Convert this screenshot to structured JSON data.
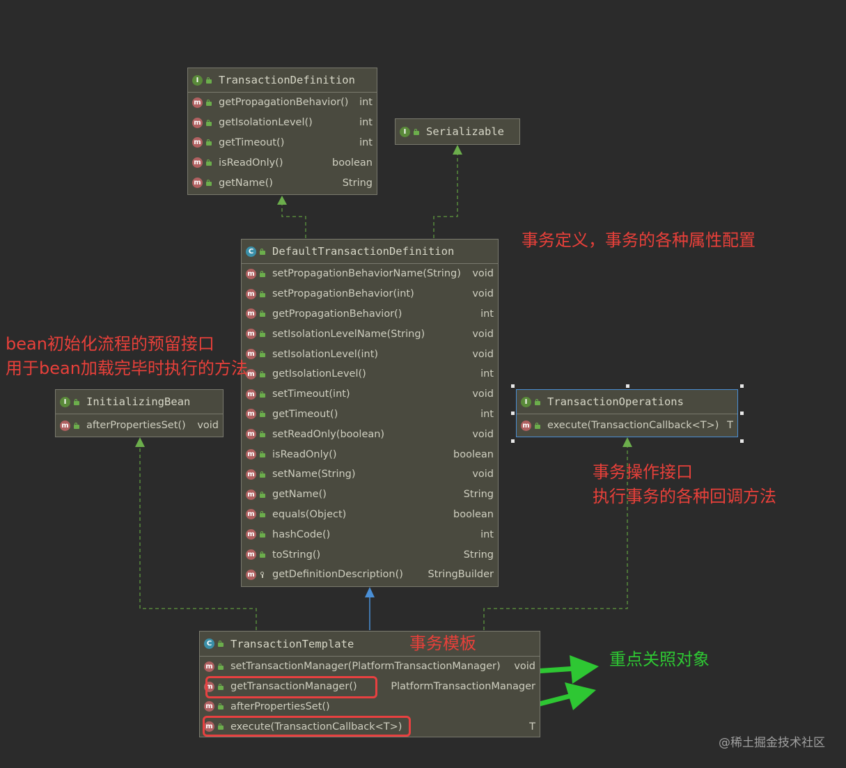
{
  "boxes": {
    "transaction_definition": {
      "title": "TransactionDefinition",
      "members": [
        {
          "name": "getPropagationBehavior()",
          "type": "int"
        },
        {
          "name": "getIsolationLevel()",
          "type": "int"
        },
        {
          "name": "getTimeout()",
          "type": "int"
        },
        {
          "name": "isReadOnly()",
          "type": "boolean"
        },
        {
          "name": "getName()",
          "type": "String"
        }
      ]
    },
    "serializable": {
      "title": "Serializable"
    },
    "default_transaction_definition": {
      "title": "DefaultTransactionDefinition",
      "members": [
        {
          "name": "setPropagationBehaviorName(String)",
          "type": "void"
        },
        {
          "name": "setPropagationBehavior(int)",
          "type": "void"
        },
        {
          "name": "getPropagationBehavior()",
          "type": "int"
        },
        {
          "name": "setIsolationLevelName(String)",
          "type": "void"
        },
        {
          "name": "setIsolationLevel(int)",
          "type": "void"
        },
        {
          "name": "getIsolationLevel()",
          "type": "int"
        },
        {
          "name": "setTimeout(int)",
          "type": "void"
        },
        {
          "name": "getTimeout()",
          "type": "int"
        },
        {
          "name": "setReadOnly(boolean)",
          "type": "void"
        },
        {
          "name": "isReadOnly()",
          "type": "boolean"
        },
        {
          "name": "setName(String)",
          "type": "void"
        },
        {
          "name": "getName()",
          "type": "String"
        },
        {
          "name": "equals(Object)",
          "type": "boolean"
        },
        {
          "name": "hashCode()",
          "type": "int"
        },
        {
          "name": "toString()",
          "type": "String"
        },
        {
          "name": "getDefinitionDescription()",
          "type": "StringBuilder"
        }
      ]
    },
    "initializing_bean": {
      "title": "InitializingBean",
      "members": [
        {
          "name": "afterPropertiesSet()",
          "type": "void"
        }
      ]
    },
    "transaction_operations": {
      "title": "TransactionOperations",
      "members": [
        {
          "name": "execute(TransactionCallback<T>)",
          "type": "T"
        }
      ]
    },
    "transaction_template": {
      "title": "TransactionTemplate",
      "members": [
        {
          "name": "setTransactionManager(PlatformTransactionManager)",
          "type": "void"
        },
        {
          "name": "getTransactionManager()",
          "type": "PlatformTransactionManager"
        },
        {
          "name": "afterPropertiesSet()",
          "type": ""
        },
        {
          "name": "execute(TransactionCallback<T>)",
          "type": "T"
        }
      ]
    }
  },
  "annotations": {
    "definition_note": "事务定义，事务的各种属性配置",
    "bean_note_line1": "bean初始化流程的预留接口",
    "bean_note_line2": "用于bean加载完毕时执行的方法",
    "operations_note_line1": "事务操作接口",
    "operations_note_line2": "执行事务的各种回调方法",
    "template_note": "事务模板",
    "focus_note": "重点关照对象"
  },
  "watermark": "@稀土掘金技术社区",
  "colors": {
    "background": "#2b2b2b",
    "box_fill": "#4a4a3f",
    "implements_arrow": "#5f9a3f",
    "extends_arrow": "#4a8fd6",
    "red_note": "#e8403a",
    "green_note": "#2ec733"
  }
}
